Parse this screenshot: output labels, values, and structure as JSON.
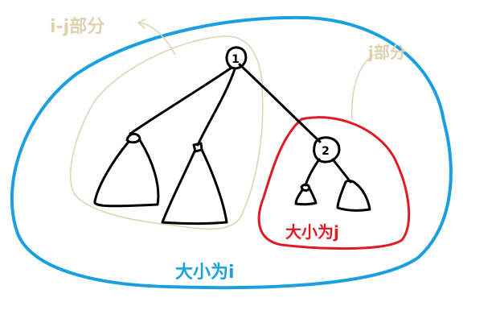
{
  "colors": {
    "background": "#ffffff",
    "outer_region": "#1a9fe0",
    "inner_region_i_minus_j": "#ddd2b0",
    "inner_region_j": "#e01b24",
    "tree": "#000000"
  },
  "labels": {
    "node_root": "1",
    "node_child": "2",
    "tan_label_left": "i-j部分",
    "tan_label_right": "j部分",
    "red_label": "大小为j",
    "blue_label": "大小为i"
  }
}
